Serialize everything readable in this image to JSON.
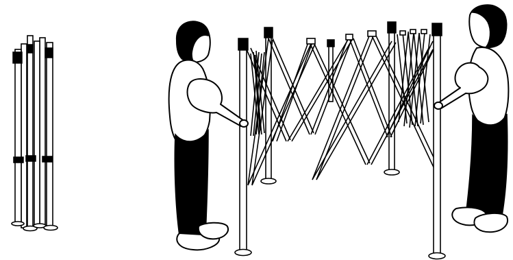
{
  "figure": {
    "panels": [
      {
        "name": "folded-frame",
        "state": "collapsed"
      },
      {
        "name": "expanding-frame",
        "state": "being pulled open by two people"
      }
    ],
    "colors": {
      "line": "#000000",
      "fill": "#ffffff",
      "accent": "#000000"
    }
  }
}
